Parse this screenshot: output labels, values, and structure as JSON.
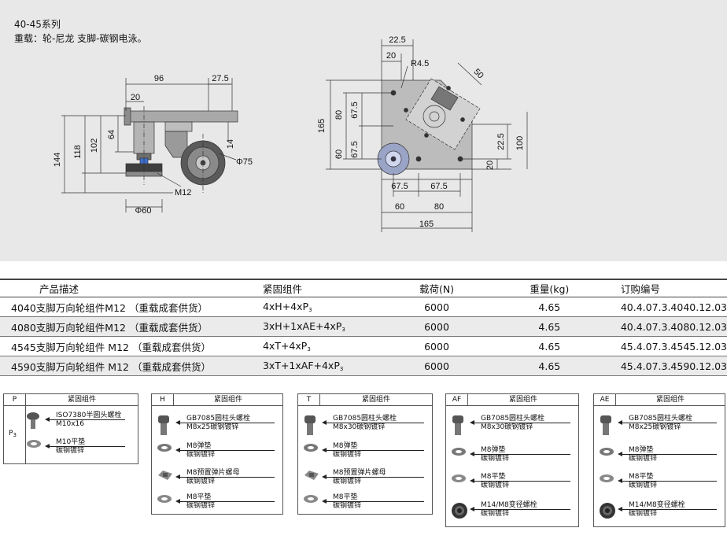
{
  "header": {
    "series": "40-45系列",
    "desc": "重载：轮-尼龙  支脚-碳钢电泳。"
  },
  "side_dims": {
    "d96": "96",
    "d27_5": "27.5",
    "d20": "20",
    "d64": "64",
    "d102": "102",
    "d118": "118",
    "d144": "144",
    "d14": "14",
    "d75": "Φ75",
    "m12": "M12",
    "d60": "Φ60"
  },
  "top_dims": {
    "d22_5a": "22.5",
    "d20a": "20",
    "r4_5": "R4.5",
    "d50": "50",
    "d165v": "165",
    "d80v": "80",
    "d67_5v1": "67.5",
    "d60v": "60",
    "d67_5v2": "67.5",
    "d22_5b": "22.5",
    "d100": "100",
    "d20b": "20",
    "d67_5h1": "67.5",
    "d67_5h2": "67.5",
    "d60h": "60",
    "d80h": "80",
    "d165h": "165"
  },
  "table": {
    "headers": [
      "产品描述",
      "紧固组件",
      "载荷(N)",
      "重量(kg)",
      "订购编号"
    ],
    "rows": [
      {
        "desc": "4040支脚万向轮组件M12 （重载成套供货）",
        "kit": "4xH+4xP",
        "kit_sub": "3",
        "load": "6000",
        "weight": "4.65",
        "order": "40.4.07.3.4040.12.03"
      },
      {
        "desc": "4080支脚万向轮组件M12 （重载成套供货）",
        "kit": "3xH+1xAE+4xP",
        "kit_sub": "3",
        "load": "6000",
        "weight": "4.65",
        "order": "40.4.07.3.4080.12.03"
      },
      {
        "desc": "4545支脚万向轮组件 M12 （重载成套供货）",
        "kit": "4xT+4xP",
        "kit_sub": "3",
        "load": "6000",
        "weight": "4.65",
        "order": "45.4.07.3.4545.12.03"
      },
      {
        "desc": "4590支脚万向轮组件 M12 （重载成套供货）",
        "kit": "3xT+1xAF+4xP",
        "kit_sub": "3",
        "load": "6000",
        "weight": "4.65",
        "order": "45.4.07.3.4590.12.03"
      }
    ]
  },
  "kits": {
    "title": "紧固组件",
    "p": {
      "letter": "P",
      "side": "P",
      "side_sub": "3",
      "items": [
        {
          "icon": "button-head-screw",
          "l1": "ISO7380半圆头螺栓",
          "l2": "M10x16"
        },
        {
          "icon": "flat-washer",
          "l1": "M10平垫",
          "l2": "碳钢镀锌"
        }
      ]
    },
    "h": {
      "letter": "H",
      "items": [
        {
          "icon": "socket-head-screw",
          "l1": "GB7085圆柱头螺栓",
          "l2": "M8x25碳钢镀锌"
        },
        {
          "icon": "spring-washer",
          "l1": "M8弹垫",
          "l2": "碳钢镀锌"
        },
        {
          "icon": "spring-nut",
          "l1": "M8预置弹片螺母",
          "l2": "碳钢镀锌"
        },
        {
          "icon": "flat-washer",
          "l1": "M8平垫",
          "l2": "碳钢镀锌"
        }
      ]
    },
    "t": {
      "letter": "T",
      "items": [
        {
          "icon": "socket-head-screw",
          "l1": "GB7085圆柱头螺栓",
          "l2": "M8x30碳钢镀锌"
        },
        {
          "icon": "spring-washer",
          "l1": "M8弹垫",
          "l2": "碳钢镀锌"
        },
        {
          "icon": "spring-nut",
          "l1": "M8预置弹片螺母",
          "l2": "碳钢镀锌"
        },
        {
          "icon": "flat-washer",
          "l1": "M8平垫",
          "l2": "碳钢镀锌"
        }
      ]
    },
    "af": {
      "letter": "AF",
      "items": [
        {
          "icon": "socket-head-screw",
          "l1": "GB7085圆柱头螺栓",
          "l2": "M8x30碳钢镀锌"
        },
        {
          "icon": "spring-washer",
          "l1": "M8弹垫",
          "l2": "碳钢镀锌"
        },
        {
          "icon": "flat-washer",
          "l1": "M8平垫",
          "l2": "碳钢镀锌"
        },
        {
          "icon": "threaded-insert",
          "l1": "M14/M8变径螺栓",
          "l2": "碳钢镀锌"
        }
      ]
    },
    "ae": {
      "letter": "AE",
      "items": [
        {
          "icon": "socket-head-screw",
          "l1": "GB7085圆柱头螺栓",
          "l2": "M8x25碳钢镀锌"
        },
        {
          "icon": "spring-washer",
          "l1": "M8弹垫",
          "l2": "碳钢镀锌"
        },
        {
          "icon": "flat-washer",
          "l1": "M8平垫",
          "l2": "碳钢镀锌"
        },
        {
          "icon": "threaded-insert",
          "l1": "M14/M8变径螺栓",
          "l2": "碳钢镀锌"
        }
      ]
    }
  }
}
